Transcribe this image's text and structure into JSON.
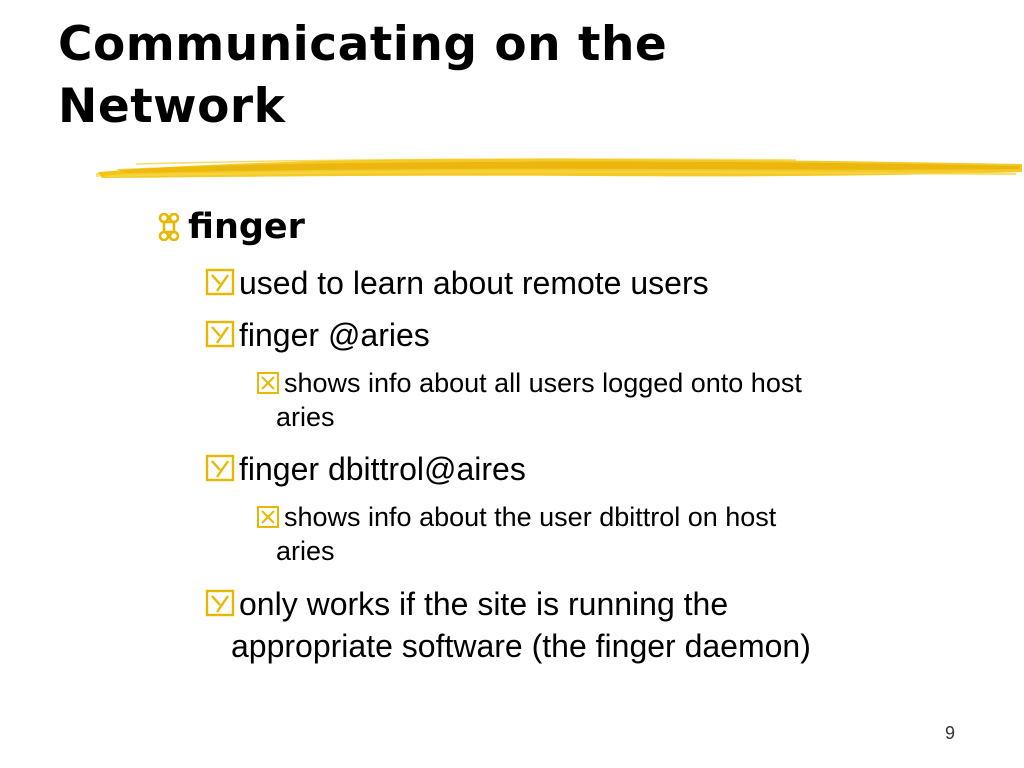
{
  "slide": {
    "title_line1": "Communicating on the",
    "title_line2": "Network",
    "colors": {
      "brush_stroke": "#F2C200",
      "bullet_yellow": "#E8B800"
    },
    "items": [
      {
        "level": 1,
        "bullet_icon": "command-key-icon",
        "text": "finger"
      },
      {
        "level": 2,
        "bullet_icon": "y-checkbox-icon",
        "text": "used to learn about remote users"
      },
      {
        "level": 2,
        "bullet_icon": "y-checkbox-icon",
        "text": "finger @aries"
      },
      {
        "level": 3,
        "bullet_icon": "x-checkbox-icon",
        "text_line1": "shows info about all users logged onto host",
        "text_line2": "aries"
      },
      {
        "level": 2,
        "bullet_icon": "y-checkbox-icon",
        "text": "finger dbittrol@aires"
      },
      {
        "level": 3,
        "bullet_icon": "x-checkbox-icon",
        "text_line1": "shows info about the user dbittrol on host",
        "text_line2": "aries"
      },
      {
        "level": 2,
        "bullet_icon": "y-checkbox-icon",
        "text_line1": "only works if the site is running the",
        "text_line2": "appropriate software (the finger daemon)"
      }
    ],
    "page_number": "9"
  }
}
